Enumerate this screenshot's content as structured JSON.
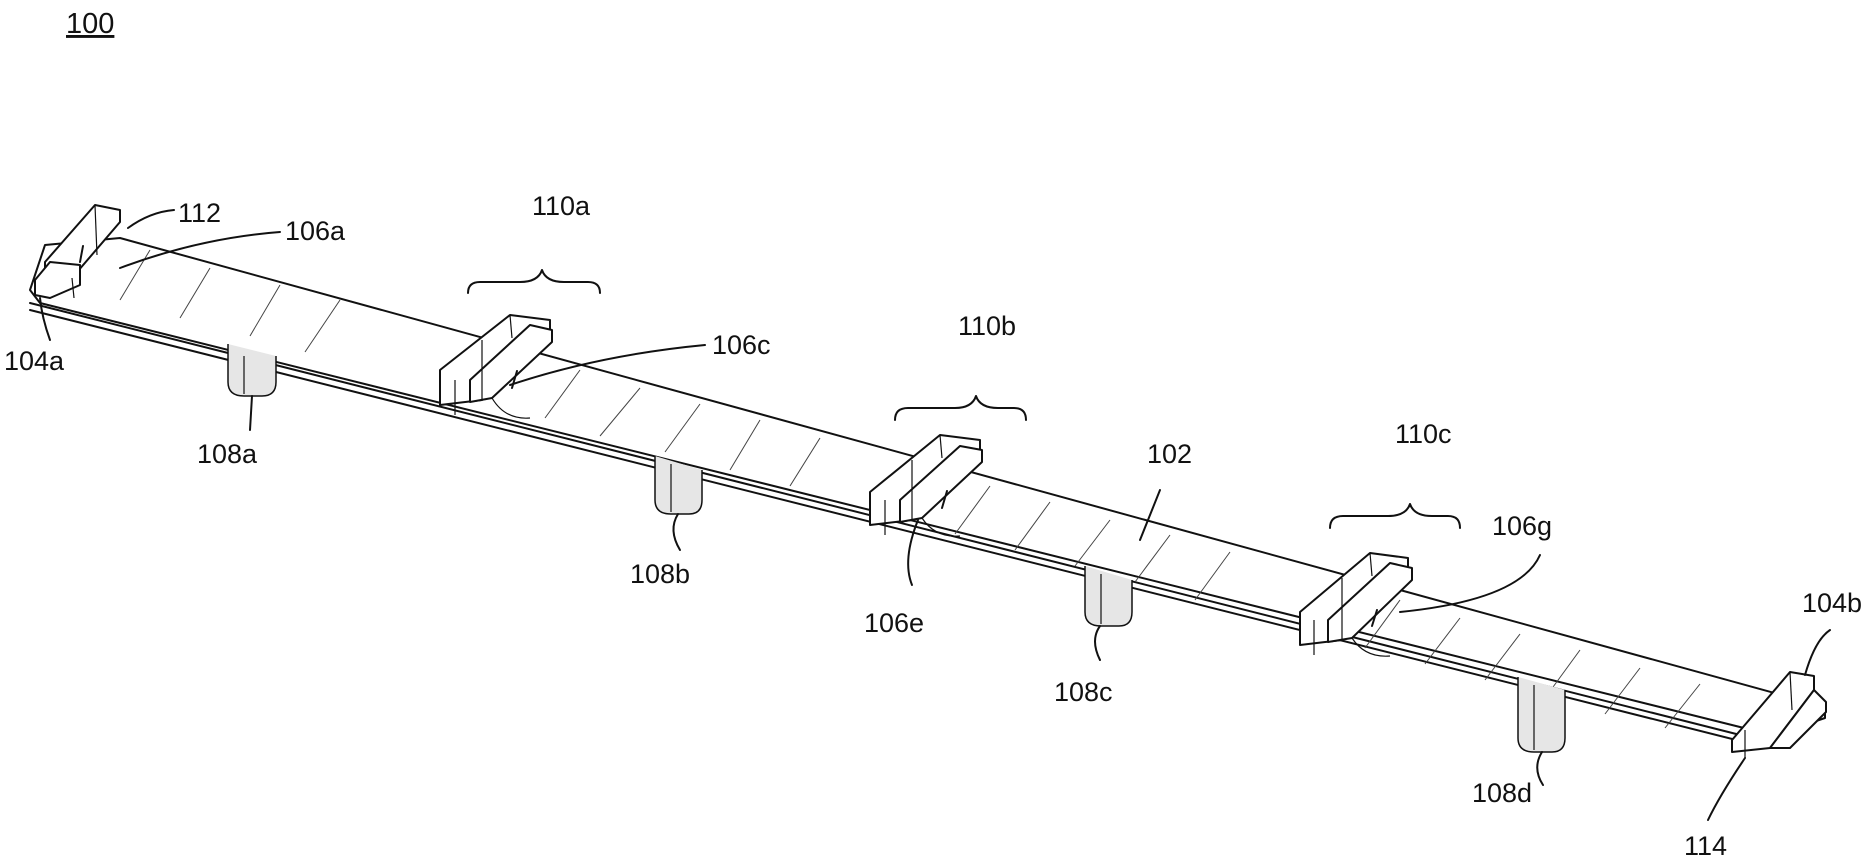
{
  "figure": {
    "number": "100",
    "labels": {
      "l112": "112",
      "l106a": "106a",
      "l104a": "104a",
      "l110a": "110a",
      "l106c": "106c",
      "l108a": "108a",
      "l110b": "110b",
      "l108b": "108b",
      "l106e": "106e",
      "l102": "102",
      "l110c": "110c",
      "l106g": "106g",
      "l108c": "108c",
      "l104b": "104b",
      "l108d": "108d",
      "l114": "114"
    }
  }
}
